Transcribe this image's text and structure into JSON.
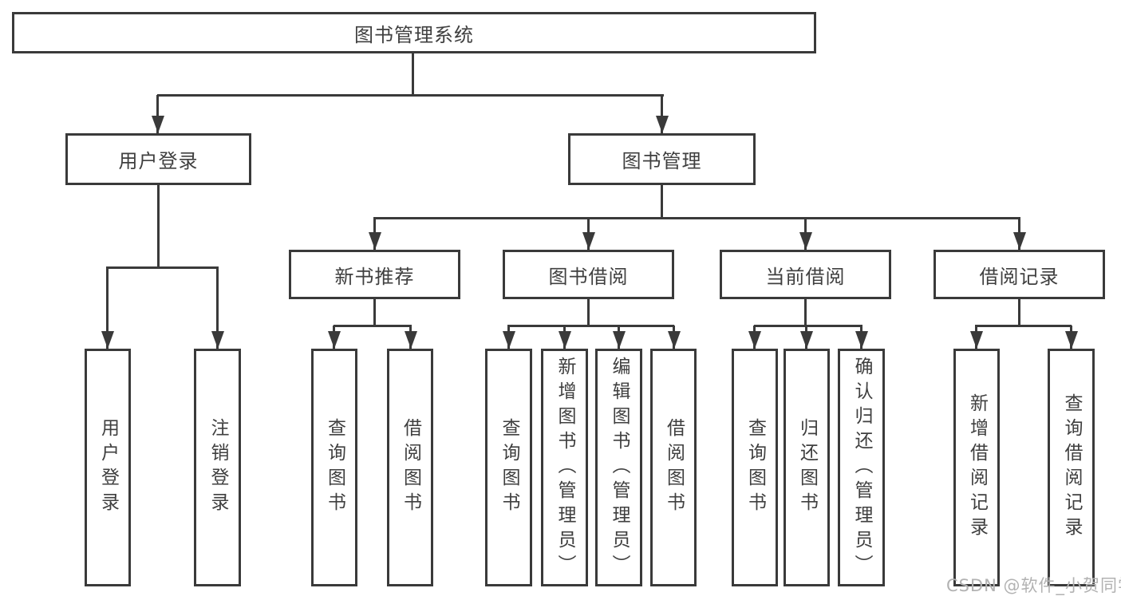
{
  "diagram": {
    "root": {
      "label": "图书管理系统"
    },
    "branches": [
      {
        "label": "用户登录",
        "children": [
          "用户登录",
          "注销登录"
        ]
      },
      {
        "label": "图书管理",
        "children": [
          {
            "label": "新书推荐",
            "children": [
              "查询图书",
              "借阅图书"
            ]
          },
          {
            "label": "图书借阅",
            "children": [
              "查询图书",
              "新增图书（管理员）",
              "编辑图书（管理员）",
              "借阅图书"
            ]
          },
          {
            "label": "当前借阅",
            "children": [
              "查询图书",
              "归还图书",
              "确认归还（管理员）"
            ]
          },
          {
            "label": "借阅记录",
            "children": [
              "新增借阅记录",
              "查询借阅记录"
            ]
          }
        ]
      }
    ]
  },
  "watermark": {
    "text": "CSDN @软件_小贺同学"
  },
  "colors": {
    "line": "#3a3a3a",
    "text": "#3f3f3f",
    "watermark": "#b2b2b2",
    "background": "#ffffff"
  }
}
